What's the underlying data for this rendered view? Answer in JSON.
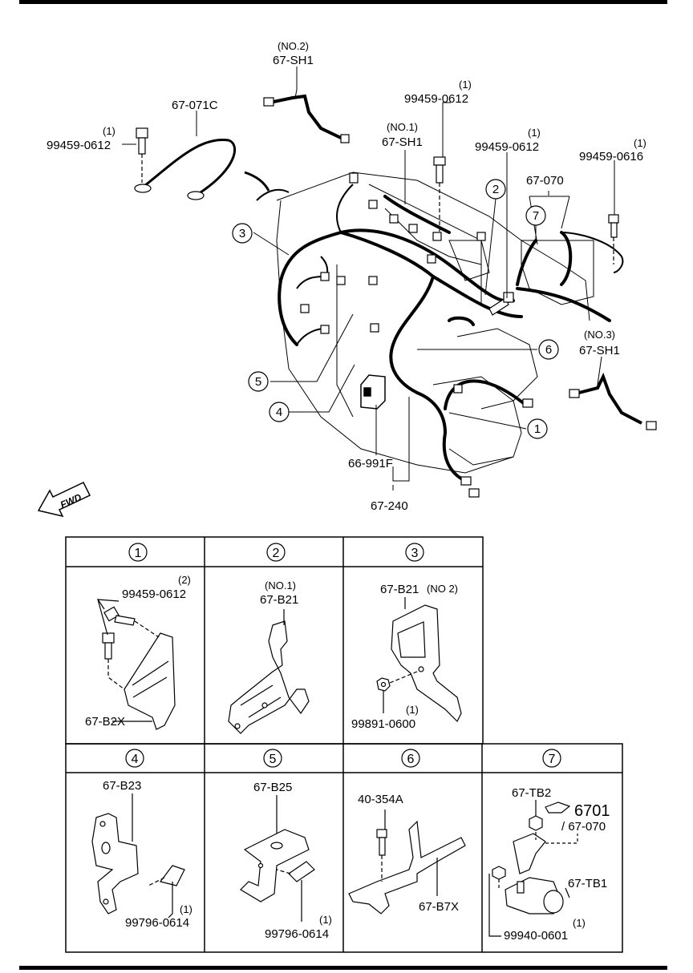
{
  "main": {
    "direction_label": "FWD",
    "callouts": {
      "c1": "1",
      "c2": "2",
      "c3": "3",
      "c4": "4",
      "c5": "5",
      "c6": "6",
      "c7": "7"
    },
    "labels": {
      "sh1_no2_qty": "(NO.2)",
      "sh1_no2": "67-SH1",
      "harness_071c": "67-071C",
      "bolt_left_qty": "(1)",
      "bolt_left": "99459-0612",
      "bolt_top_qty": "(1)",
      "bolt_top": "99459-0612",
      "sh1_no1_qty": "(NO.1)",
      "sh1_no1": "67-SH1",
      "bolt_mid_qty": "(1)",
      "bolt_mid": "99459-0612",
      "bolt_right_qty": "(1)",
      "bolt_right": "99459-0616",
      "harness_070": "67-070",
      "sh1_no3_qty": "(NO.3)",
      "sh1_no3": "67-SH1",
      "relay_991f": "66-991F",
      "harness_240": "67-240"
    }
  },
  "details": [
    {
      "num": "1",
      "labels": {
        "a_qty": "(2)",
        "a": "99459-0612",
        "b": "67-B2X"
      }
    },
    {
      "num": "2",
      "labels": {
        "a_qty": "(NO.1)",
        "a": "67-B21"
      }
    },
    {
      "num": "3",
      "labels": {
        "a": "67-B21",
        "a_qty": "(NO 2)",
        "b_qty": "(1)",
        "b": "99891-0600"
      }
    },
    {
      "num": "4",
      "labels": {
        "a": "67-B23",
        "b_qty": "(1)",
        "b": "99796-0614"
      }
    },
    {
      "num": "5",
      "labels": {
        "a": "67-B25",
        "b_qty": "(1)",
        "b": "99796-0614"
      }
    },
    {
      "num": "6",
      "labels": {
        "a": "40-354A",
        "b": "67-B7X"
      }
    },
    {
      "num": "7",
      "labels": {
        "a": "67-TB2",
        "b": "6701",
        "c": "/ 67-070",
        "d": "67-TB1",
        "e_qty": "(1)",
        "e": "99940-0601"
      }
    }
  ]
}
